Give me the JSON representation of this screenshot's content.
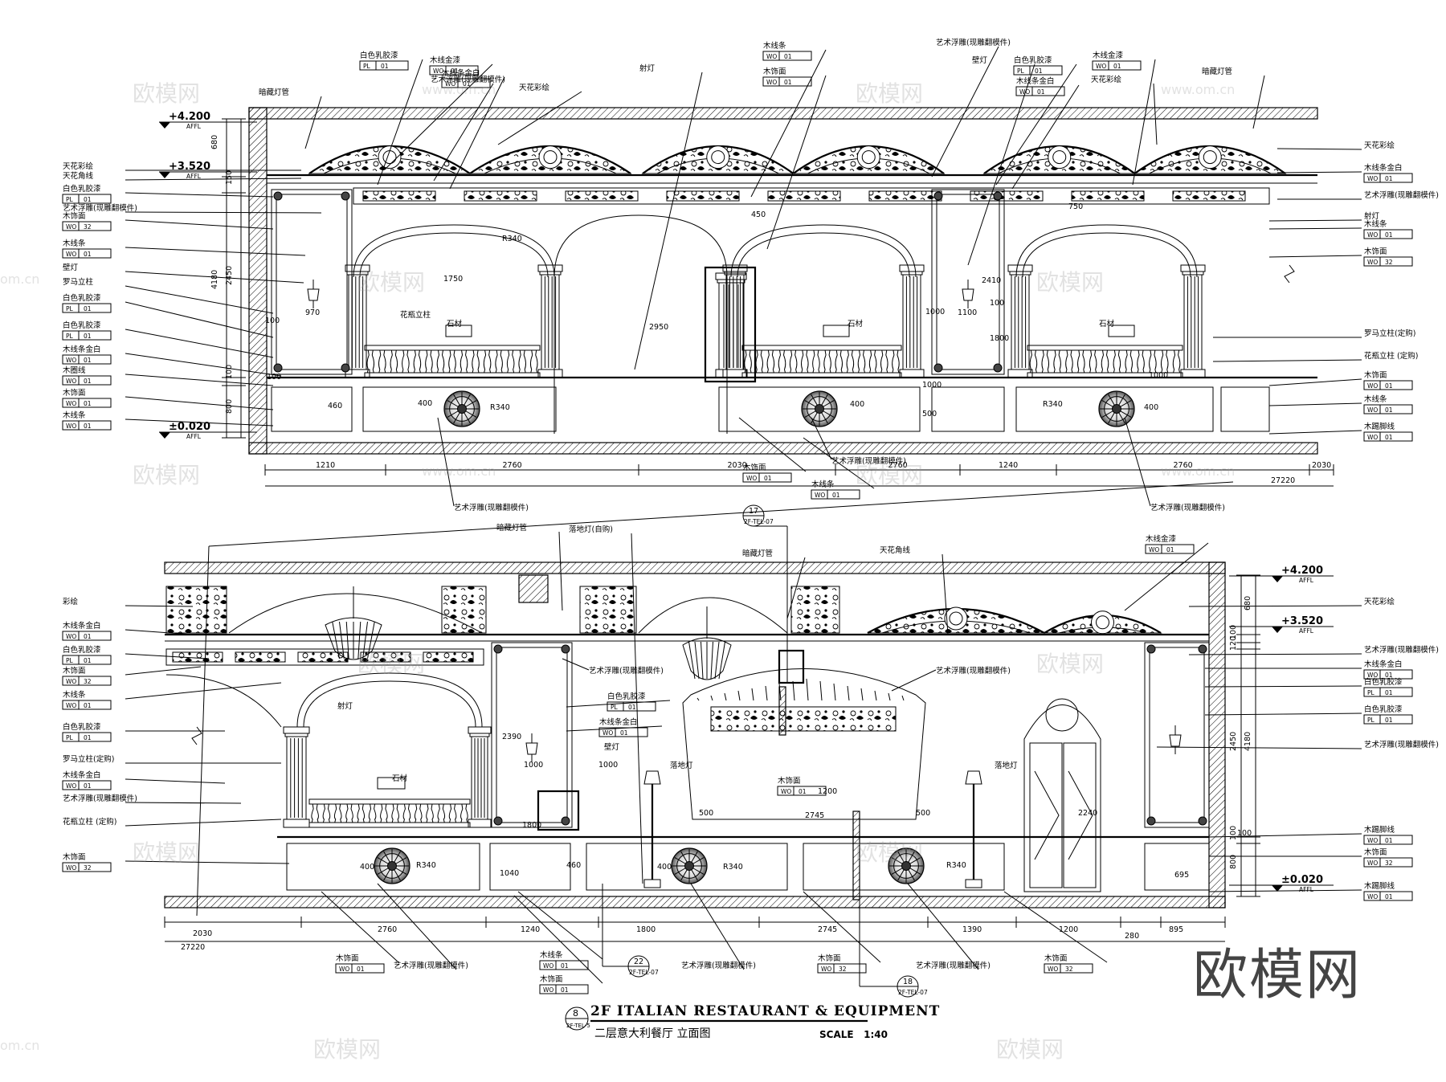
{
  "title": {
    "sheet_no": "8",
    "sheet_ref": "2F-TEL-5",
    "title_en": "2F ITALIAN RESTAURANT & EQUIPMENT",
    "title_cn": "二层意大利餐厅 立面图",
    "scale_label": "SCALE",
    "scale_value": "1:40"
  },
  "brand": "欧模网",
  "watermark": {
    "cn": "欧模网",
    "url": "www.om.cn",
    "url_short": "om.cn"
  },
  "levels": {
    "l4200": "+4.200",
    "l3520": "+3.520",
    "l0020": "±0.020",
    "affl": "AFFL"
  },
  "callouts": [
    {
      "no": "17",
      "ref": "2F-TEL-07"
    },
    {
      "no": "22",
      "ref": "2F-TEL-07"
    },
    {
      "no": "18",
      "ref": "2F-TEL-07"
    }
  ],
  "upper_labels_left": [
    {
      "text": "天花彩绘",
      "code": ""
    },
    {
      "text": "天花角线",
      "code": ""
    },
    {
      "text": "白色乳胶漆",
      "code": "PL 01"
    },
    {
      "text": "艺术浮雕(现雕翻模件)",
      "code": ""
    },
    {
      "text": "木饰面",
      "code": "WO 32"
    },
    {
      "text": "木线条",
      "code": "WO 01"
    },
    {
      "text": "壁灯",
      "code": ""
    },
    {
      "text": "罗马立柱",
      "code": ""
    },
    {
      "text": "白色乳胶漆",
      "code": "PL 01"
    },
    {
      "text": "白色乳胶漆",
      "code": "PL 01"
    },
    {
      "text": "木线条金白",
      "code": "WO 01"
    },
    {
      "text": "木圈线",
      "code": "WO 01"
    },
    {
      "text": "木饰面",
      "code": "WO 01"
    },
    {
      "text": "木线条",
      "code": "WO 01"
    }
  ],
  "upper_labels_top": [
    {
      "text": "白色乳胶漆",
      "code": "PL 01"
    },
    {
      "text": "暗藏灯管",
      "code": ""
    },
    {
      "text": "木线金漆",
      "code": "WO 01"
    },
    {
      "text": "艺术浮雕(现雕翻模件)",
      "code": ""
    },
    {
      "text": "木线条金白",
      "code": "WO 01"
    },
    {
      "text": "天花彩绘",
      "code": ""
    },
    {
      "text": "射灯",
      "code": ""
    },
    {
      "text": "木线条",
      "code": "WO 01"
    },
    {
      "text": "木饰面",
      "code": "WO 01"
    },
    {
      "text": "艺术浮雕(现雕翻模件)",
      "code": ""
    },
    {
      "text": "壁灯",
      "code": ""
    },
    {
      "text": "白色乳胶漆",
      "code": "PL 01"
    },
    {
      "text": "木线条金白",
      "code": "WO 01"
    },
    {
      "text": "木线金漆",
      "code": "WO 01"
    },
    {
      "text": "天花彩绘",
      "code": ""
    },
    {
      "text": "暗藏灯管",
      "code": ""
    }
  ],
  "upper_labels_right": [
    {
      "text": "天花彩绘",
      "code": ""
    },
    {
      "text": "木线条金白",
      "code": "WO 01"
    },
    {
      "text": "艺术浮雕(现雕翻模件)",
      "code": ""
    },
    {
      "text": "射灯",
      "code": ""
    },
    {
      "text": "木线条",
      "code": "WO 01"
    },
    {
      "text": "木饰面",
      "code": "WO 32"
    },
    {
      "text": "罗马立柱(定购)",
      "code": ""
    },
    {
      "text": "花瓶立柱 (定购)",
      "code": ""
    },
    {
      "text": "木饰面",
      "code": "WO 01"
    },
    {
      "text": "木线条",
      "code": "WO 01"
    },
    {
      "text": "木踢脚线",
      "code": "WO 01"
    }
  ],
  "upper_inner": {
    "vase": "花瓶立柱",
    "stone1": "石材",
    "stone2": "石材",
    "stone3": "石材",
    "relief_bottom1": "艺术浮雕(现雕翻模件)",
    "relief_bottom2": "艺术浮雕(现雕翻模件)",
    "relief_bottom3": "艺术浮雕(现雕翻模件)",
    "wood_a": "木饰面",
    "wood_a_code": "WO 01",
    "wood_b": "木线条",
    "wood_b_code": "WO 01"
  },
  "upper_dims_bottom": [
    "1210",
    "2760",
    "2030",
    "2760",
    "1240",
    "2760",
    "2030"
  ],
  "upper_total": "27220",
  "upper_dims_left": [
    "680",
    "150",
    "2450",
    "4180",
    "100",
    "800"
  ],
  "upper_dims_misc": [
    "100",
    "970",
    "1750",
    "2950",
    "100",
    "460",
    "400",
    "R340",
    "1000",
    "500",
    "2410",
    "1800",
    "400",
    "R340",
    "400",
    "R340",
    "450",
    "750",
    "1100",
    "1000",
    "100",
    "1000"
  ],
  "lower_labels_left": [
    {
      "text": "彩绘",
      "code": ""
    },
    {
      "text": "木线条金白",
      "code": "WO 01"
    },
    {
      "text": "白色乳胶漆",
      "code": "PL 01"
    },
    {
      "text": "木饰面",
      "code": "WO 32"
    },
    {
      "text": "木线条",
      "code": "WO 01"
    },
    {
      "text": "白色乳胶漆",
      "code": "PL 01"
    },
    {
      "text": "罗马立柱(定购)",
      "code": ""
    },
    {
      "text": "木线条金白",
      "code": "WO 01"
    },
    {
      "text": "艺术浮雕(现雕翻模件)",
      "code": ""
    },
    {
      "text": "花瓶立柱 (定购)",
      "code": ""
    },
    {
      "text": "木饰面",
      "code": "WO 32"
    }
  ],
  "lower_labels_top": [
    {
      "text": "暗藏灯管",
      "code": ""
    },
    {
      "text": "落地灯(自购)",
      "code": ""
    },
    {
      "text": "暗藏灯管",
      "code": ""
    },
    {
      "text": "天花角线",
      "code": ""
    },
    {
      "text": "木线金漆",
      "code": "WO 01"
    }
  ],
  "lower_labels_right": [
    {
      "text": "天花彩绘",
      "code": ""
    },
    {
      "text": "艺术浮雕(现雕翻模件)",
      "code": ""
    },
    {
      "text": "木线条金白",
      "code": "WO 01"
    },
    {
      "text": "白色乳胶漆",
      "code": "PL 01"
    },
    {
      "text": "白色乳胶漆",
      "code": "PL 01"
    },
    {
      "text": "艺术浮雕(现雕翻模件)",
      "code": ""
    },
    {
      "text": "木踢脚线",
      "code": "WO 01"
    },
    {
      "text": "木饰面",
      "code": "WO 32"
    },
    {
      "text": "木踢脚线",
      "code": "WO 01"
    }
  ],
  "lower_inner": {
    "spotlight": "射灯",
    "stone": "石材",
    "relief1": "艺术浮雕(现雕翻模件)",
    "relief2": "艺术浮雕(现雕翻模件)",
    "white_paint": "白色乳胶漆",
    "white_paint_code": "PL 01",
    "wood_white": "木线条金白",
    "wood_white_code": "WO 01",
    "wall_lamp": "壁灯",
    "floor_lamp1": "落地灯",
    "floor_lamp2": "落地灯",
    "wood_panel": "木饰面",
    "wood_panel_code": "WO 01"
  },
  "lower_labels_bottom": [
    {
      "text": "木饰面",
      "code": "WO 01"
    },
    {
      "text": "艺术浮雕(现雕翻模件)",
      "code": ""
    },
    {
      "text": "木线条",
      "code": "WO 01"
    },
    {
      "text": "木饰面",
      "code": "WO 01"
    },
    {
      "text": "艺术浮雕(现雕翻模件)",
      "code": ""
    },
    {
      "text": "木饰面",
      "code": "WO 32"
    },
    {
      "text": "艺术浮雕(现雕翻模件)",
      "code": ""
    },
    {
      "text": "木饰面",
      "code": "WO 32"
    }
  ],
  "lower_dims_bottom": [
    "2030",
    "2760",
    "1240",
    "1800",
    "2745",
    "1390",
    "1200",
    "895",
    "280"
  ],
  "lower_total": "27220",
  "lower_dims_right": [
    "680",
    "100",
    "120",
    "2450",
    "4180",
    "100",
    "800"
  ],
  "lower_dims_misc": [
    "2390",
    "1000",
    "1800",
    "1040",
    "460",
    "400",
    "R340",
    "400",
    "R340",
    "2745",
    "1200",
    "500",
    "500",
    "R340",
    "2240",
    "695",
    "100",
    "1000"
  ]
}
